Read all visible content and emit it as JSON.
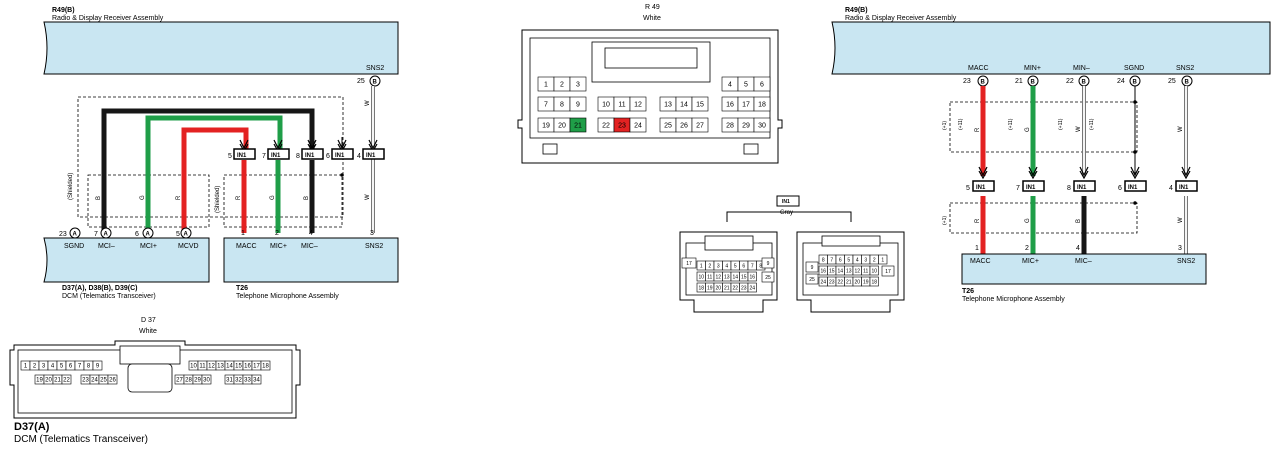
{
  "colors": {
    "red": "#e32222",
    "green": "#1f9e48",
    "black": "#161616",
    "white": "#f4f4f4",
    "box": "#c9e6f2",
    "pin_green": "#1f9e48",
    "pin_red": "#e32222"
  },
  "left": {
    "r49_label": "R49(B)",
    "r49_name": "Radio & Display Receiver Assembly",
    "sns2_top": {
      "pin": "25",
      "conn": "B",
      "label": "SNS2"
    },
    "dcm_pins": [
      {
        "pin": "23",
        "conn": "A",
        "label": "SGND"
      },
      {
        "pin": "7",
        "conn": "A",
        "label": "MCI–"
      },
      {
        "pin": "6",
        "conn": "A",
        "label": "MCI+"
      },
      {
        "pin": "5",
        "conn": "A",
        "label": "MCVD"
      }
    ],
    "dcm_label": "D37(A), D38(B), D39(C)",
    "dcm_name": "DCM (Telematics Transceiver)",
    "t26_pins": [
      {
        "pin": "1",
        "label": "MACC"
      },
      {
        "pin": "2",
        "label": "MIC+"
      },
      {
        "pin": "4",
        "label": "MIC–"
      },
      {
        "pin": "3",
        "label": "SNS2"
      }
    ],
    "t26_label": "T26",
    "t26_name": "Telephone Microphone Assembly",
    "in1": [
      {
        "pin": "5",
        "label": "IN1"
      },
      {
        "pin": "7",
        "label": "IN1"
      },
      {
        "pin": "8",
        "label": "IN1"
      },
      {
        "pin": "6",
        "label": "IN1"
      },
      {
        "pin": "4",
        "label": "IN1"
      }
    ],
    "wire_letters": [
      "B",
      "G",
      "R",
      "R",
      "G",
      "B",
      "W",
      "W"
    ],
    "shielded": "(Shielded)"
  },
  "d37": {
    "title": "D 37",
    "color": "White",
    "row1": [
      "1",
      "2",
      "3",
      "4",
      "5",
      "6",
      "7",
      "8",
      "9",
      "10",
      "11",
      "12",
      "13",
      "14",
      "15",
      "16",
      "17",
      "18"
    ],
    "row2": [
      "19",
      "20",
      "21",
      "22",
      "23",
      "24",
      "25",
      "26",
      "27",
      "28",
      "29",
      "30",
      "31",
      "32",
      "33",
      "34"
    ],
    "label": "D37(A)",
    "name": "DCM (Telematics Transceiver)"
  },
  "r49conn": {
    "title": "R 49",
    "color": "White",
    "row1": [
      "1",
      "2",
      "3",
      "4",
      "5",
      "6"
    ],
    "row2": [
      "7",
      "8",
      "9",
      "10",
      "11",
      "12",
      "13",
      "14",
      "15",
      "16",
      "17",
      "18"
    ],
    "row3": [
      "19",
      "20",
      "21",
      "22",
      "23",
      "24",
      "25",
      "26",
      "27",
      "28",
      "29",
      "30"
    ]
  },
  "in1conn": {
    "title": "IN1",
    "color": "Gray",
    "left_rows": [
      [
        "1",
        "2",
        "3",
        "4",
        "5",
        "6",
        "7",
        "8",
        "9"
      ],
      [
        "17",
        "10",
        "11",
        "12",
        "13",
        "14",
        "15",
        "16",
        "25"
      ],
      [
        "18",
        "19",
        "20",
        "21",
        "22",
        "23",
        "24"
      ]
    ],
    "right_rows": [
      [
        "9",
        "8",
        "7",
        "6",
        "5",
        "4",
        "3",
        "2",
        "1"
      ],
      [
        "25",
        "16",
        "15",
        "14",
        "13",
        "12",
        "11",
        "10",
        "17"
      ],
      [
        "24",
        "23",
        "22",
        "21",
        "20",
        "19",
        "18"
      ]
    ]
  },
  "right": {
    "r49_label": "R49(B)",
    "r49_name": "Radio & Display Receiver Assembly",
    "top_pins": [
      {
        "pin": "23",
        "conn": "B",
        "label": "MACC"
      },
      {
        "pin": "21",
        "conn": "B",
        "label": "MIN+"
      },
      {
        "pin": "22",
        "conn": "B",
        "label": "MIN–"
      },
      {
        "pin": "24",
        "conn": "B",
        "label": "SGND"
      },
      {
        "pin": "25",
        "conn": "B",
        "label": "SNS2"
      }
    ],
    "in1": [
      {
        "pin": "5",
        "label": "IN1"
      },
      {
        "pin": "7",
        "label": "IN1"
      },
      {
        "pin": "8",
        "label": "IN1"
      },
      {
        "pin": "6",
        "label": "IN1"
      },
      {
        "pin": "4",
        "label": "IN1"
      }
    ],
    "t26_pins": [
      {
        "pin": "1",
        "label": "MACC"
      },
      {
        "pin": "2",
        "label": "MIC+"
      },
      {
        "pin": "4",
        "label": "MIC–"
      },
      {
        "pin": "3",
        "label": "SNS2"
      }
    ],
    "t26_label": "T26",
    "t26_name": "Telephone Microphone Assembly",
    "wire_letters_top": [
      "R",
      "G",
      "W",
      "W"
    ],
    "wire_letters_bot": [
      "R",
      "G",
      "B",
      "W"
    ],
    "plus1": "(+1)",
    "plus11": "(+11)"
  }
}
